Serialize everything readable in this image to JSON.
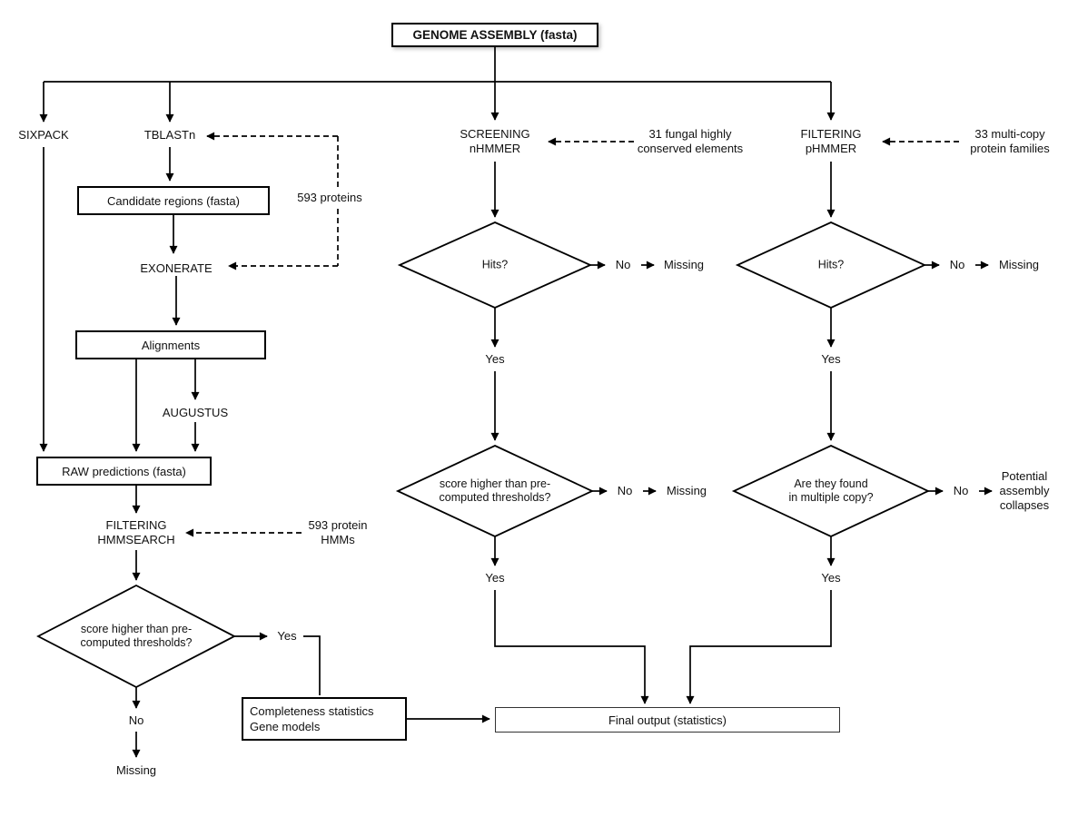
{
  "diagram_title": "GENOME ASSEMBLY (fasta)",
  "left_branch": {
    "sixpack": "SIXPACK",
    "tblastn": "TBLASTn",
    "candidate_regions": "Candidate regions (fasta)",
    "proteins_note": "593 proteins",
    "exonerate": "EXONERATE",
    "alignments": "Alignments",
    "augustus": "AUGUSTUS",
    "raw_predictions": "RAW predictions (fasta)",
    "filtering": [
      "FILTERING",
      "HMMSEARCH"
    ],
    "hmms_note": [
      "593 protein",
      "HMMs"
    ],
    "threshold_question": [
      "score higher than pre-",
      "computed thresholds?"
    ],
    "completeness": [
      "Completeness statistics",
      "Gene models"
    ]
  },
  "middle_branch": {
    "screening": [
      "SCREENING",
      "nHMMER"
    ],
    "elements_note": [
      "31 fungal highly",
      "conserved elements"
    ],
    "hits_question": "Hits?",
    "threshold_question": [
      "score higher than pre-",
      "computed thresholds?"
    ]
  },
  "right_branch": {
    "filtering": [
      "FILTERING",
      "pHMMER"
    ],
    "families_note": [
      "33 multi-copy",
      "protein families"
    ],
    "hits_question": "Hits?",
    "copy_question": [
      "Are they found",
      "in multiple copy?"
    ],
    "collapse_outcome": [
      "Potential",
      "assembly",
      "collapses"
    ]
  },
  "final_output": "Final output (statistics)",
  "decision_labels": {
    "yes": "Yes",
    "no": "No",
    "missing": "Missing"
  },
  "colors": {
    "line": "#000000",
    "background": "#ffffff"
  }
}
